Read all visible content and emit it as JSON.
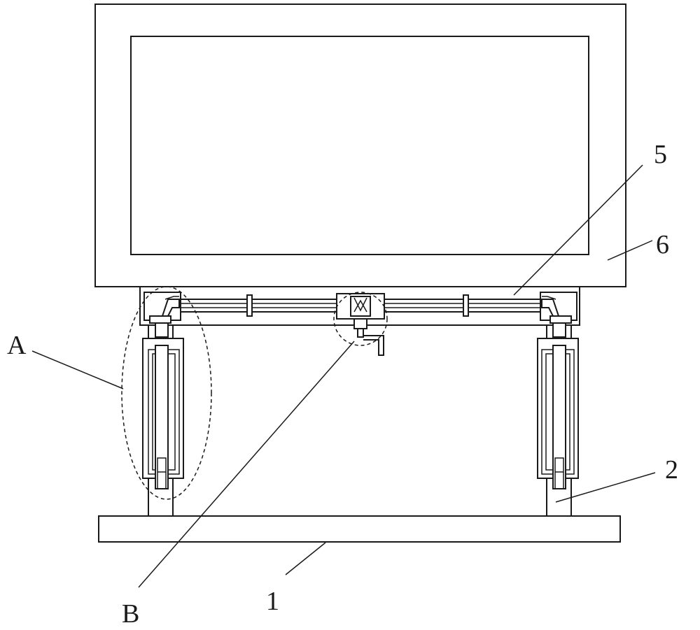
{
  "labels": {
    "part_1": "1",
    "part_2": "2",
    "part_5": "5",
    "part_6": "6",
    "detail_a": "A",
    "detail_b": "B"
  },
  "colors": {
    "line": "#1a1a1a",
    "background": "#ffffff"
  }
}
